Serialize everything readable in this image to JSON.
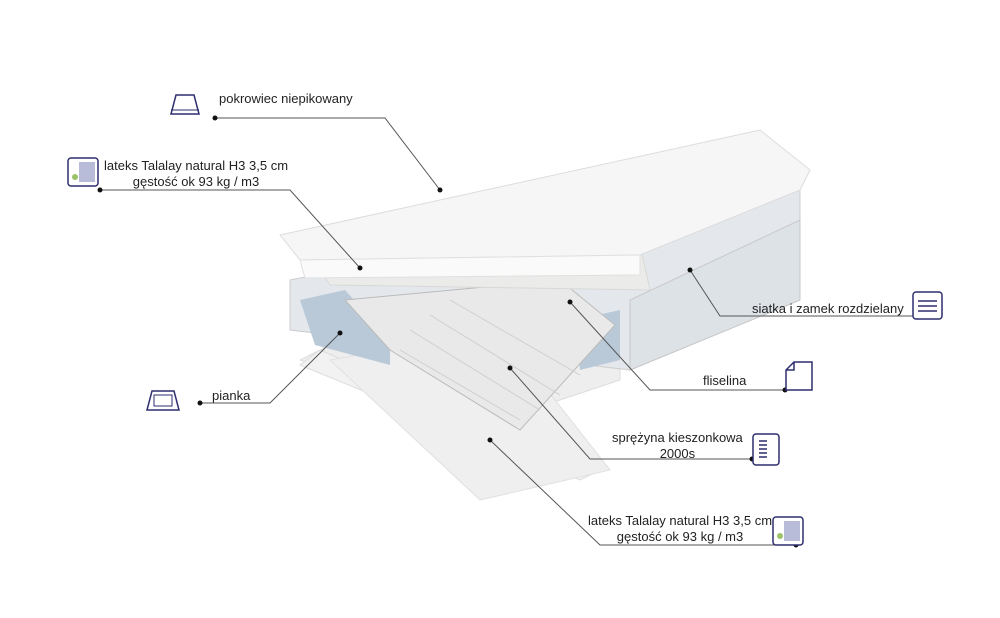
{
  "diagram": {
    "subject": "mattress cross-section with labeled layers",
    "colors": {
      "icon_stroke": "#2e2f6e",
      "leader_line": "#555555",
      "foam_blue": "#b9c9d8",
      "cover": "#f4f4f4"
    },
    "callouts": [
      {
        "id": "cover",
        "icon": "mattress-cover-icon",
        "line1": "pokrowiec niepikowany",
        "line2": ""
      },
      {
        "id": "latex-top",
        "icon": "latex-icon",
        "line1": "lateks Talalay natural H3 3,5 cm",
        "line2": "gęstość ok 93 kg / m3"
      },
      {
        "id": "mesh-zip",
        "icon": "zipper-mesh-icon",
        "line1": "siatka i zamek rozdzielany",
        "line2": ""
      },
      {
        "id": "fleece",
        "icon": "fleece-sheet-icon",
        "line1": "fliselina",
        "line2": ""
      },
      {
        "id": "foam",
        "icon": "foam-tray-icon",
        "line1": "pianka",
        "line2": ""
      },
      {
        "id": "springs",
        "icon": "pocket-spring-icon",
        "line1": "sprężyna kieszonkowa",
        "line2": "2000s"
      },
      {
        "id": "latex-bottom",
        "icon": "latex-icon",
        "line1": "lateks Talalay natural H3 3,5 cm",
        "line2": "gęstość ok 93 kg / m3"
      }
    ]
  }
}
